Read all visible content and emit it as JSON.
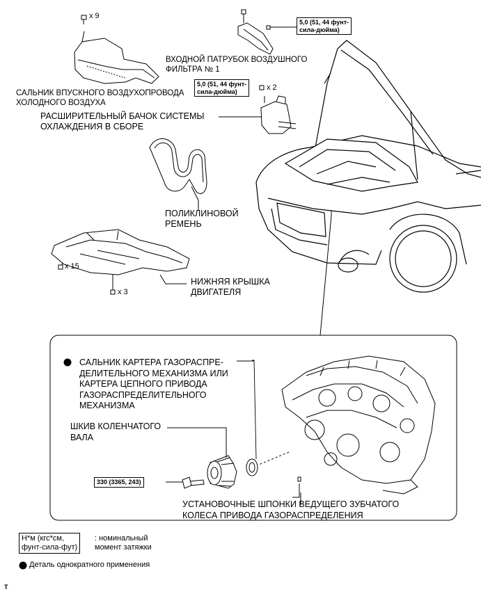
{
  "counts": {
    "air_duct_bolts": "x 9",
    "expansion_tank_bolts": "x 2",
    "under_cover_bolts_a": "x 15",
    "under_cover_bolts_b": "x 3"
  },
  "torque": {
    "inlet": "5,0 (51, 44 фунт-\nсила-дюйма)",
    "tank": "5,0 (51, 44 фунт-\nсила-дюйма)",
    "pulley": "330 (3365, 243)"
  },
  "labels": {
    "inlet": "ВХОДНОЙ ПАТРУБОК ВОЗДУШНОГО\nФИЛЬТРА № 1",
    "cool_air_seal": "САЛЬНИК ВПУСКНОГО ВОЗДУХОПРОВОДА\nХОЛОДНОГО ВОЗДУХА",
    "expansion_tank": "РАСШИРИТЕЛЬНЫЙ БАЧОК СИСТЕМЫ\nОХЛАЖДЕНИЯ В СБОРЕ",
    "belt": "ПОЛИКЛИНОВОЙ\nРЕМЕНЬ",
    "under_cover": "НИЖНЯЯ КРЫШКА\nДВИГАТЕЛЯ",
    "oil_seal": "САЛЬНИК КАРТЕРА ГАЗОРАСПРЕ-\nДЕЛИТЕЛЬНОГО МЕХАНИЗМА ИЛИ\nКАРТЕРА ЦЕПНОГО ПРИВОДА\nГАЗОРАСПРЕДЕЛИТЕЛЬНОГО\nМЕХАНИЗМА",
    "crank_pulley": "ШКИВ КОЛЕНЧАТОГО\nВАЛА",
    "keys": "УСТАНОВОЧНЫЕ ШПОНКИ ВЕДУЩЕГО ЗУБЧАТОГО\nКОЛЕСА ПРИВОДА ГАЗОРАСПРЕДЕЛЕНИЯ"
  },
  "legend": {
    "units": "Н*м (кгс*см,\nфунт-сила-фут)",
    "units_meaning": ": номинальный\nмомент затяжки",
    "single_use": "Деталь однократного применения"
  },
  "corner_mark": "T"
}
